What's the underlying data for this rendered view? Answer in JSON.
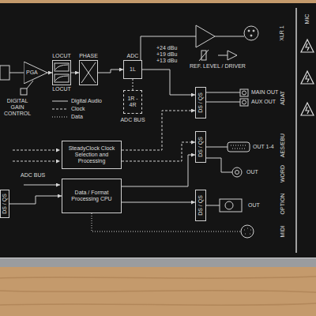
{
  "diagram": {
    "nodes": [
      {
        "text": [
          "PGA"
        ]
      },
      {
        "text": [
          "LOCUT",
          "LOCUT"
        ]
      },
      {
        "text": [
          "PHASE"
        ]
      },
      {
        "text": [
          "ADC",
          "1L"
        ]
      },
      {
        "text": [
          "1R - 4R"
        ]
      },
      {
        "text": [
          "SteadyClock Clock Selection and Processing"
        ]
      },
      {
        "text": [
          "Data / Format Processing CPU"
        ]
      },
      {
        "text": [
          "DS / QS"
        ]
      },
      {
        "text": [
          "DS / QS"
        ]
      },
      {
        "text": [
          "DS / QS"
        ]
      },
      {
        "text": [
          "DS / QS"
        ]
      }
    ],
    "edges": [
      {
        "from": 0,
        "to": 1,
        "arrow": "to"
      },
      {
        "from": 1,
        "to": 2,
        "arrow": "to"
      },
      {
        "from": 2,
        "to": 3,
        "arrow": "to"
      },
      {
        "from": 3,
        "to": 7,
        "arrow": "to"
      },
      {
        "from": 5,
        "to": 7,
        "arrow": "to"
      },
      {
        "from": 5,
        "to": 8,
        "arrow": "to"
      },
      {
        "from": 6,
        "to": 8,
        "arrow": "to"
      },
      {
        "from": 6,
        "to": 9,
        "arrow": "to"
      },
      {
        "from": 10,
        "to": 6,
        "arrow": "to"
      }
    ],
    "labels": [
      "DIGITAL GAIN CONTROL",
      "ADC BUS",
      "ADC BUS",
      "+24 dBu",
      "+19 dBu",
      "+13 dBu",
      "REF. LEVEL / DRIVER",
      "XLR 1",
      "MAIN OUT",
      "AUX OUT",
      "ADAT",
      "OUT 1-4",
      "AES/EBU",
      "OUT",
      "WORD",
      "OUT",
      "OPTION",
      "MIDI",
      "MIC"
    ],
    "legend": [
      {
        "text": "Digital Audio"
      },
      {
        "text": "Clock"
      },
      {
        "text": "Data"
      }
    ]
  }
}
